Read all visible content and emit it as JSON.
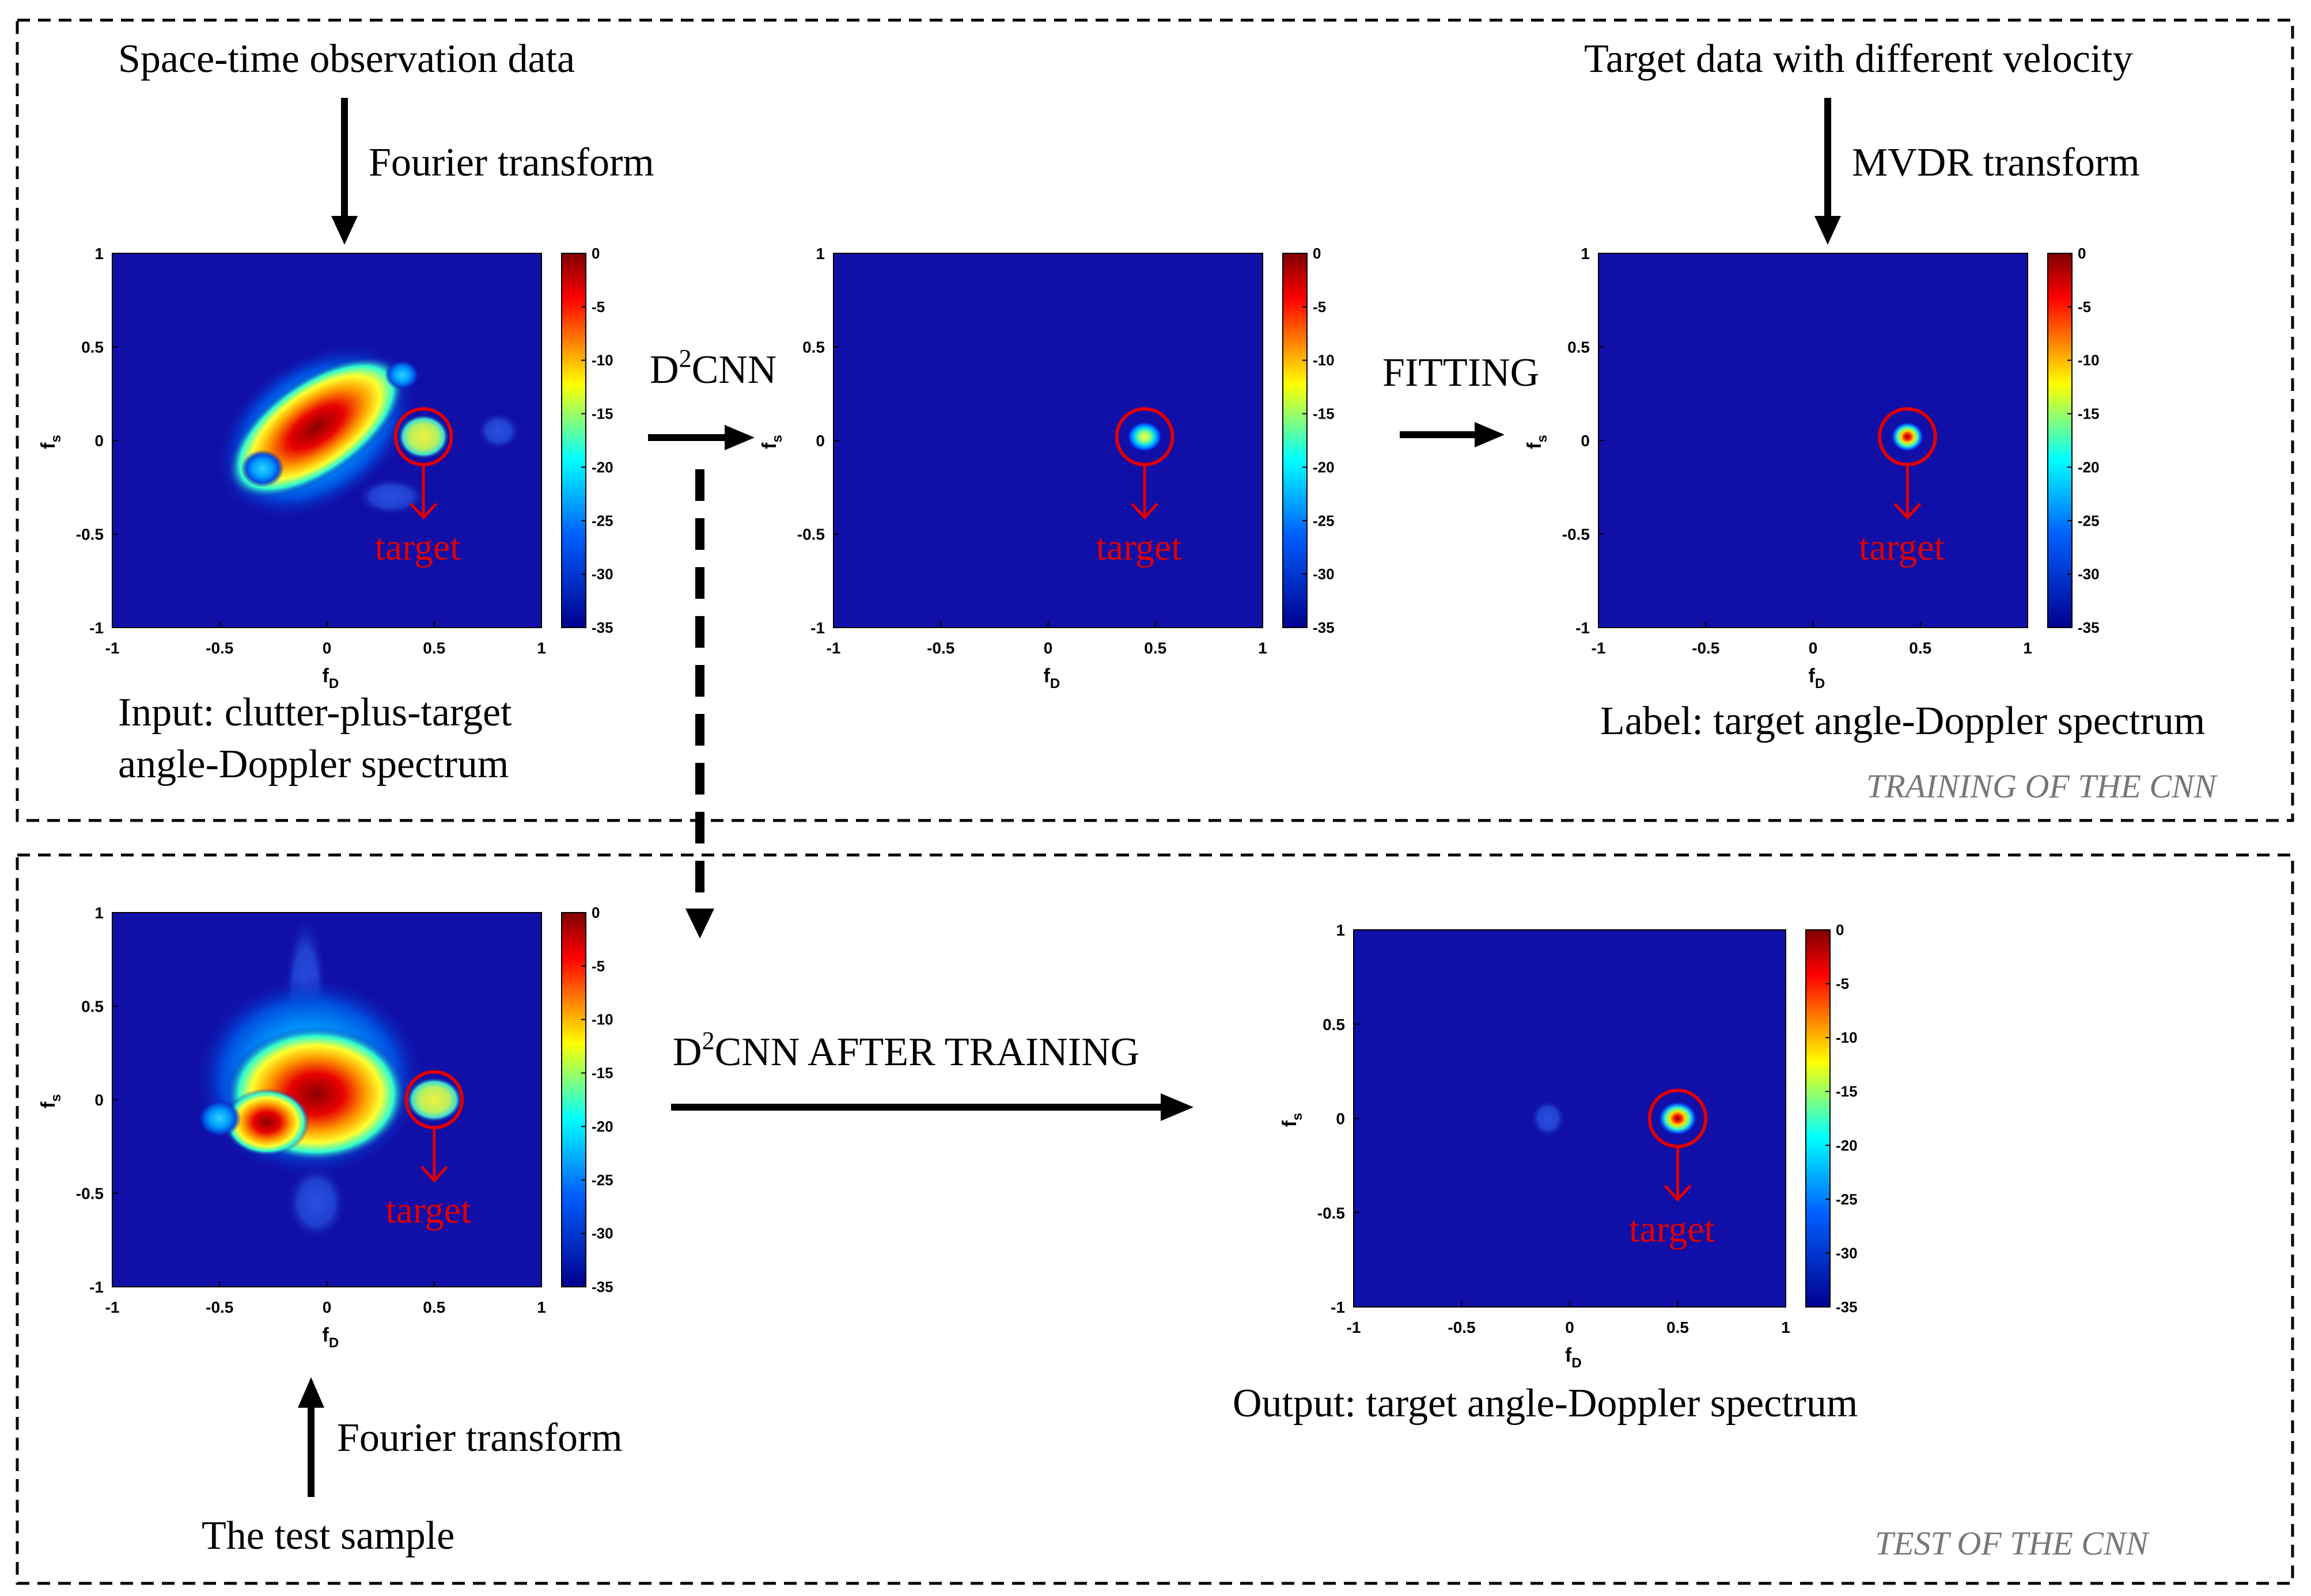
{
  "labels": {
    "space_time": "Space-time observation data",
    "fourier_top": "Fourier transform",
    "target_velocity": "Target data with different velocity",
    "mvdr": "MVDR transform",
    "d2cnn_main": "D",
    "d2cnn_sup": "2",
    "d2cnn_tail": "CNN",
    "fitting": "FITTING",
    "input_line1": "Input: clutter-plus-target",
    "input_line2": "angle-Doppler spectrum",
    "label_caption": "Label: target angle-Doppler spectrum",
    "training_section": "TRAINING OF THE CNN",
    "d2cnn_after_tail": "CNN AFTER TRAINING",
    "output_caption": "Output: target angle-Doppler spectrum",
    "fourier_bottom": "Fourier transform",
    "test_sample": "The test sample",
    "test_section": "TEST OF THE CNN"
  },
  "plot_text": {
    "target": "target",
    "xlabel_main": "f",
    "xlabel_sub": "D",
    "ylabel_main": "f",
    "ylabel_sub": "s"
  },
  "axis_ticks": {
    "x": [
      "-1",
      "-0.5",
      "0",
      "0.5",
      "1"
    ],
    "y": [
      "1",
      "0.5",
      "0",
      "-0.5",
      "-1"
    ]
  },
  "colorbar_ticks": [
    "0",
    "-5",
    "-10",
    "-15",
    "-20",
    "-25",
    "-30",
    "-35"
  ],
  "colors": {
    "background": "#1010a8",
    "target_ring": "#e00000"
  }
}
